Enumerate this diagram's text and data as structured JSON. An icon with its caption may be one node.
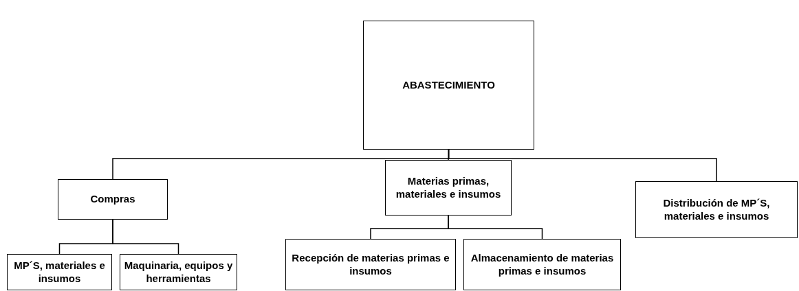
{
  "diagram": {
    "nodes": [
      {
        "text": [
          "ABASTECIMIENTO"
        ]
      },
      {
        "text": [
          "Compras"
        ]
      },
      {
        "text": [
          "Materias primas, materiales e insumos"
        ]
      },
      {
        "text": [
          "Distribución de MP´S, materiales e insumos"
        ]
      },
      {
        "text": [
          "MP´S, materiales e insumos"
        ]
      },
      {
        "text": [
          "Maquinaria, equipos y herramientas"
        ]
      },
      {
        "text": [
          "Recepción de materias primas e insumos"
        ]
      },
      {
        "text": [
          "Almacenamiento de materias primas e insumos"
        ]
      }
    ],
    "edges": [
      {
        "from": 0,
        "to": 1,
        "arrow": "none"
      },
      {
        "from": 0,
        "to": 2,
        "arrow": "none"
      },
      {
        "from": 0,
        "to": 3,
        "arrow": "none"
      },
      {
        "from": 1,
        "to": 4,
        "arrow": "none"
      },
      {
        "from": 1,
        "to": 5,
        "arrow": "none"
      },
      {
        "from": 2,
        "to": 6,
        "arrow": "none"
      },
      {
        "from": 2,
        "to": 7,
        "arrow": "none"
      }
    ]
  }
}
